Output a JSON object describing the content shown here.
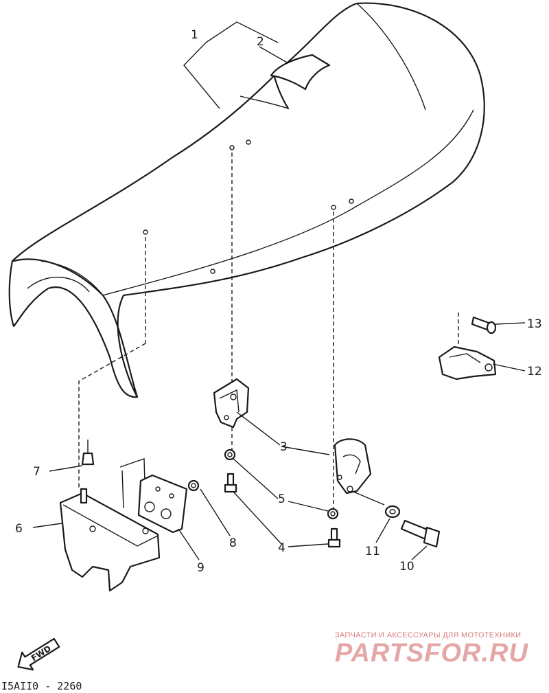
{
  "callouts": [
    "1",
    "2",
    "3",
    "4",
    "5",
    "6",
    "7",
    "8",
    "9",
    "10",
    "11",
    "12",
    "13"
  ],
  "fwd_label": "FWD",
  "drawing_code": "I5AII0 - 2260",
  "watermark": {
    "tagline": "ЗАПЧАСТИ И АКСЕССУАРЫ ДЛЯ МОТОТЕХНИКИ",
    "brand": "PARTSFOR.RU"
  }
}
